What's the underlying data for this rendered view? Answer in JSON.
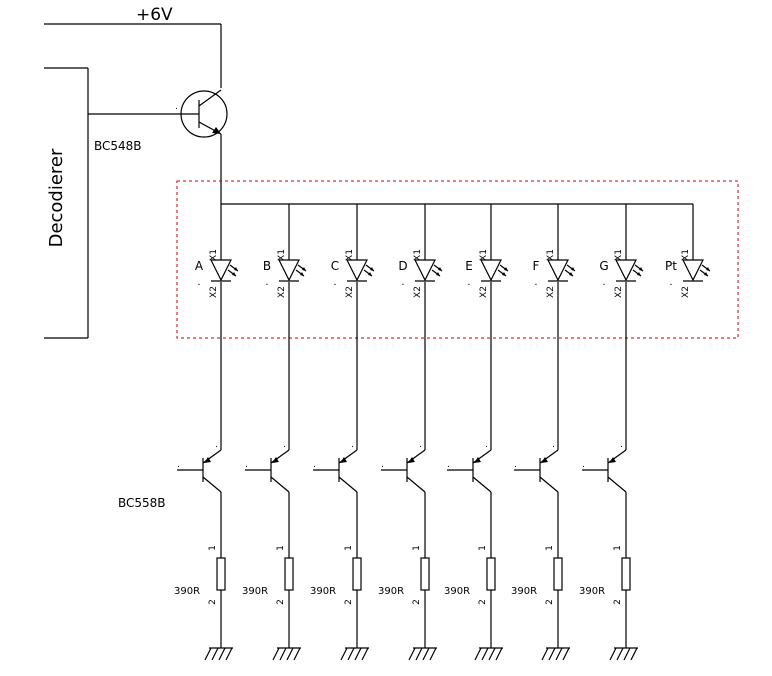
{
  "supply_label": "+6V",
  "decoder_label": "Decodierer",
  "npn_label": "BC548B",
  "pnp_label": "BC558B",
  "segments": [
    "A",
    "B",
    "C",
    "D",
    "E",
    "F",
    "G",
    "Pt"
  ],
  "led_pin_top": "X1",
  "led_pin_bottom": "X2",
  "resistor_value": "390R",
  "resistor_pin_top": "1",
  "resistor_pin_bottom": "2",
  "resistor_count": 7,
  "colors": {
    "wire": "#000000",
    "display_outline": "#cc0000"
  }
}
